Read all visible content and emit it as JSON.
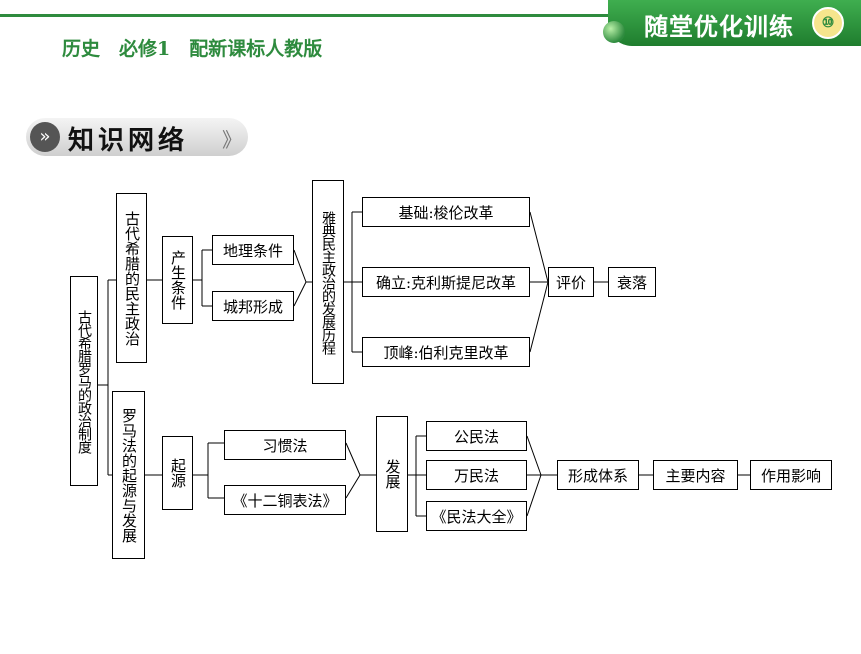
{
  "header": {
    "brand": "随堂优化训练",
    "logo_mark": "⑩",
    "subtitle": "历史　必修1　配新课标人教版"
  },
  "section": {
    "title": "知识网络",
    "arrows": "》"
  },
  "diagram": {
    "root": "古代希腊罗马的政治制度",
    "greece": "古代希腊的民主政治",
    "greece_cond": "产生条件",
    "geo": "地理条件",
    "city": "城邦形成",
    "athens": "雅典民主政治的发展历程",
    "solon": "基础:梭伦改革",
    "cleis": "确立:克利斯提尼改革",
    "peric": "顶峰:伯利克里改革",
    "eval": "评价",
    "decline": "衰落",
    "rome": "罗马法的起源与发展",
    "origin": "起源",
    "custom": "习惯法",
    "twelve": "《十二铜表法》",
    "develop": "发展",
    "civil": "公民法",
    "nations": "万民法",
    "corpus": "《民法大全》",
    "system": "形成体系",
    "content": "主要内容",
    "effect": "作用影响"
  }
}
